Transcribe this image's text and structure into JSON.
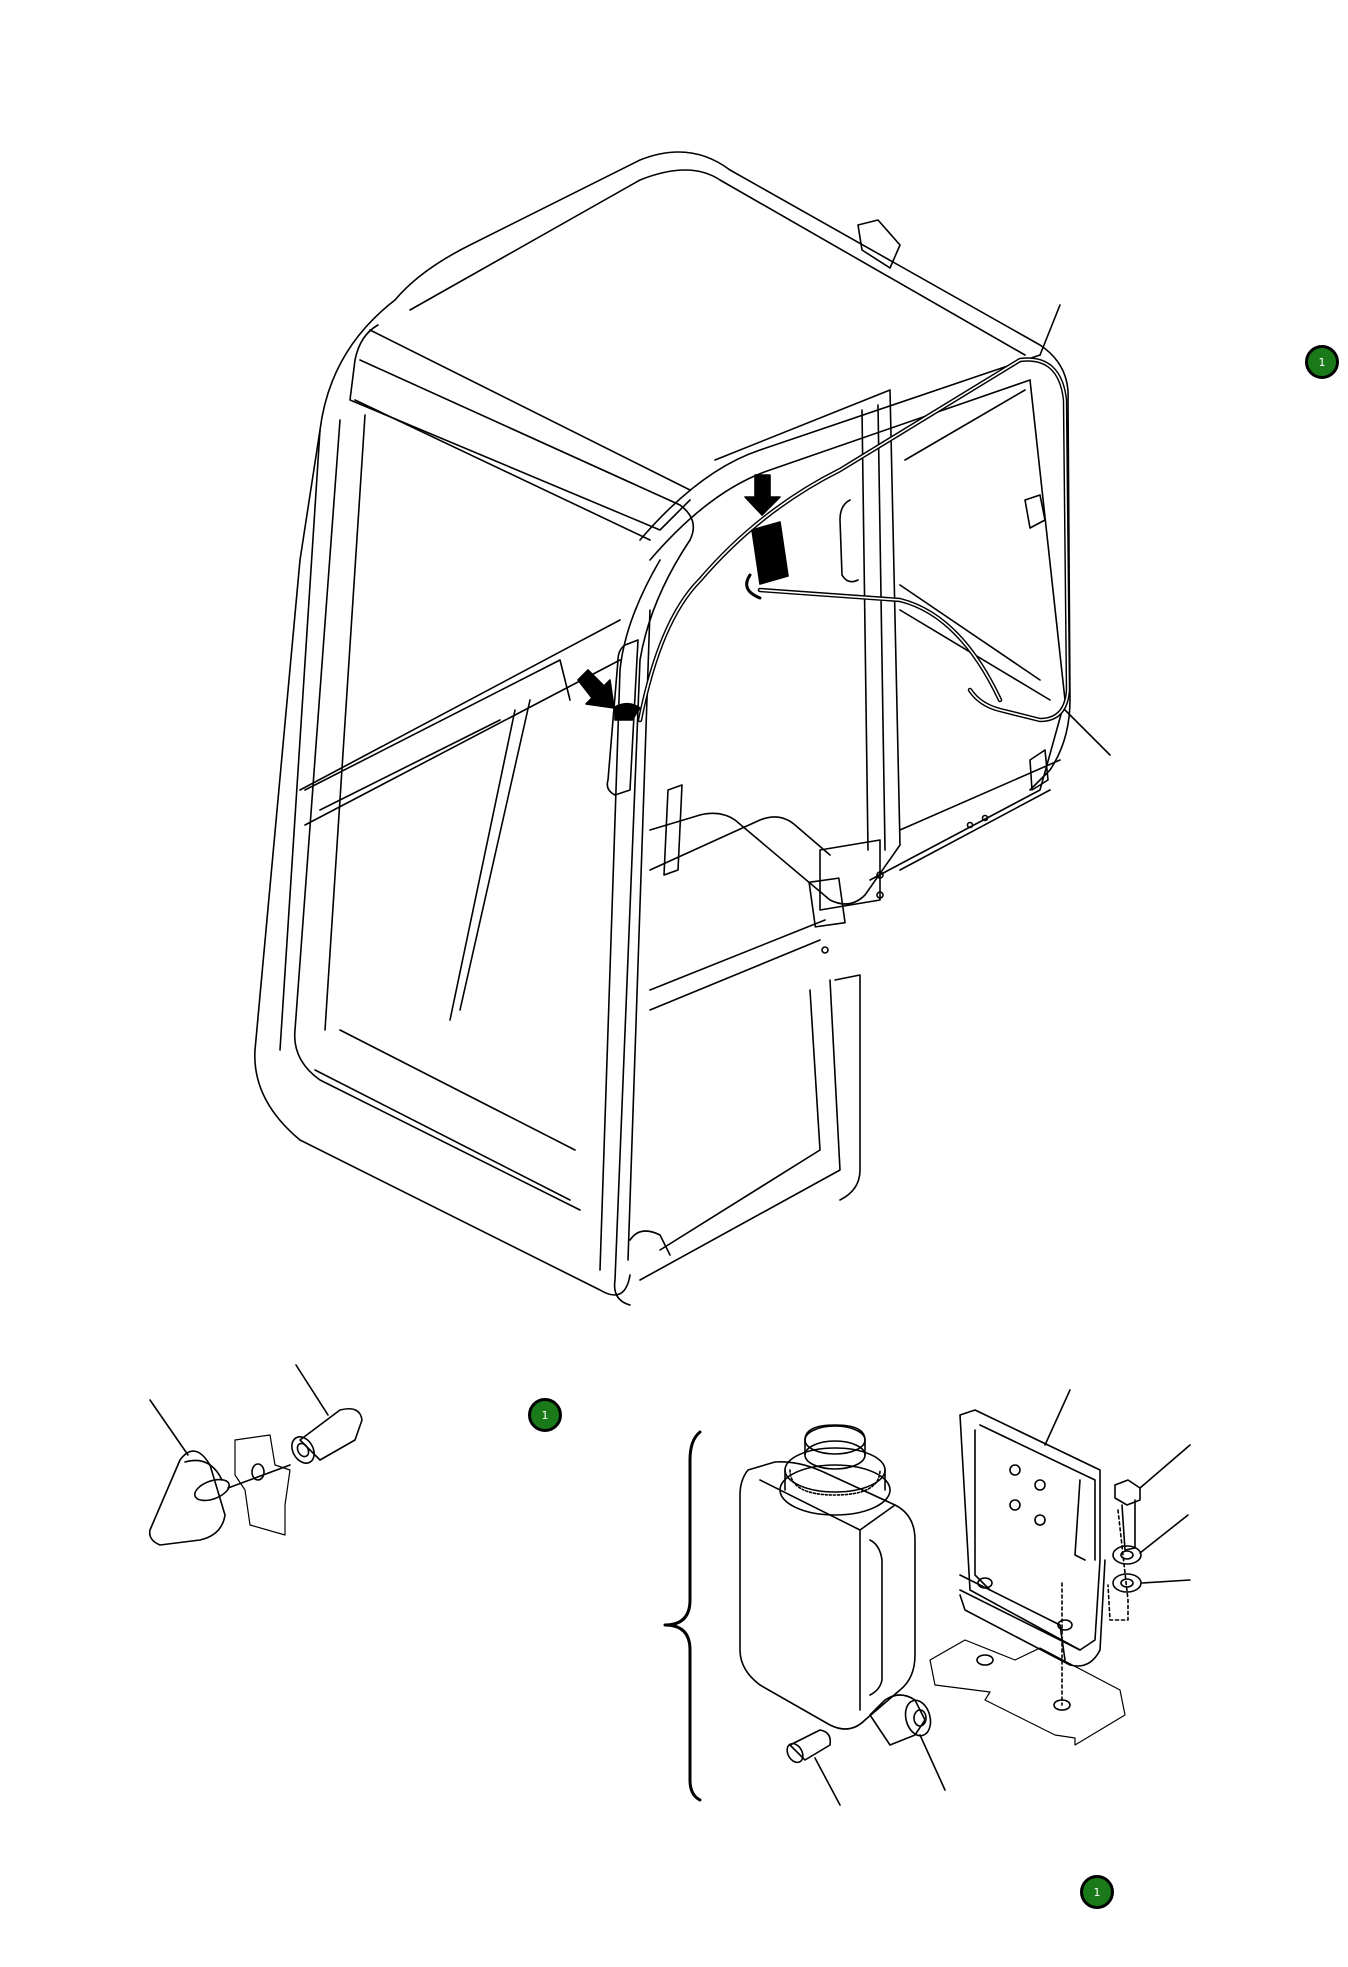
{
  "diagram": {
    "callout_badges": [
      {
        "label": "1",
        "color": "#1a7a1a"
      },
      {
        "label": "1",
        "color": "#1a7a1a"
      },
      {
        "label": "1",
        "color": "#1a7a1a"
      }
    ],
    "line_color": "#000000",
    "background": "#ffffff"
  }
}
